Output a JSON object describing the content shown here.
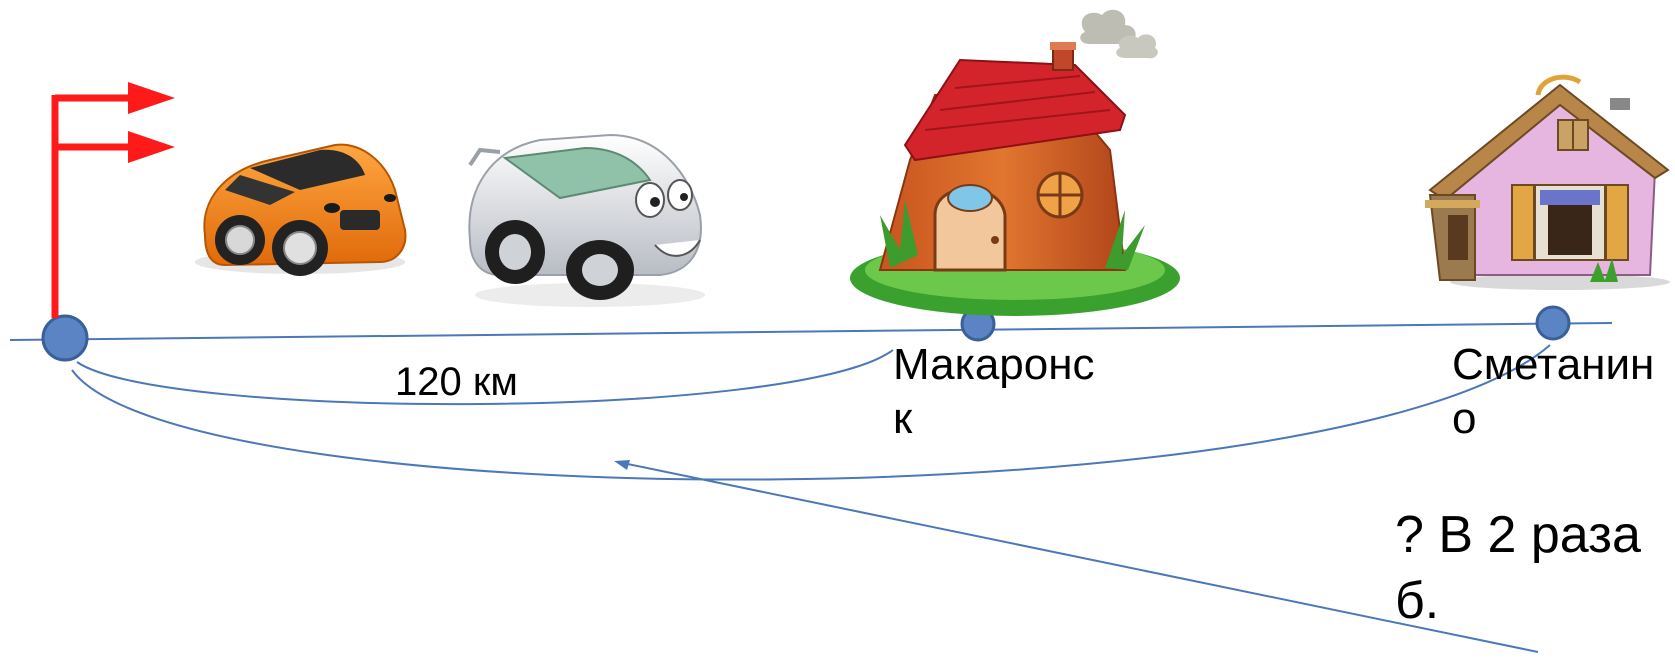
{
  "diagram": {
    "distance_label": "120 км",
    "town1": {
      "line1": "Макаронс",
      "line2": "к"
    },
    "town2": {
      "line1": "Сметанин",
      "line2": "о"
    },
    "question": {
      "line1": "? В 2 раза",
      "line2": "б."
    }
  },
  "colors": {
    "line": "#4a78b8",
    "node_fill": "#5b84c4",
    "node_stroke": "#3a5f99",
    "flag": "#ff1a1a"
  },
  "icons": [
    "start-flag-icon",
    "orange-car-icon",
    "silver-car-icon",
    "stump-house-icon",
    "wooden-house-icon"
  ]
}
